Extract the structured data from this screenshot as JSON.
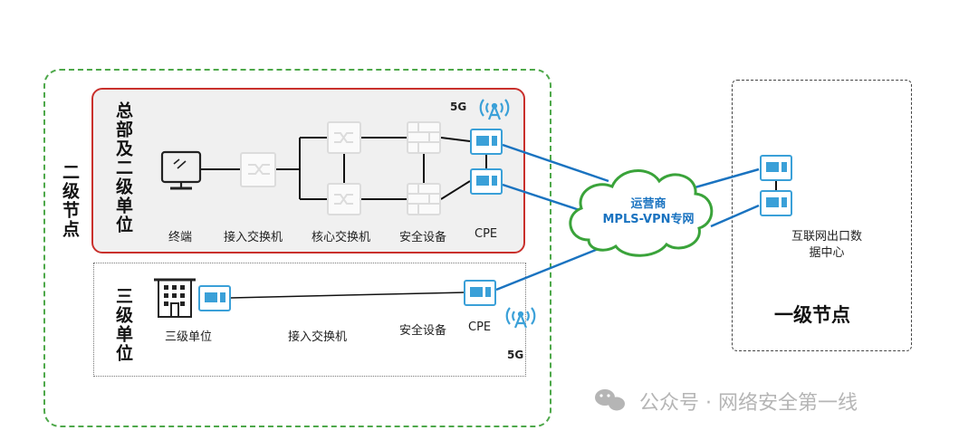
{
  "labels": {
    "level2_node": "二级节点",
    "hq_unit": "总部及二级单位",
    "level3_unit": "三级单位",
    "level1_node": "一级节点",
    "terminal": "终端",
    "access_switch_hq": "接入交换机",
    "core_switch": "核心交换机",
    "security_device_hq": "安全设备",
    "cpe_hq": "CPE",
    "fiveg_hq": "5G",
    "level3_unit_bldg": "三级单位",
    "access_switch_l3": "接入交换机",
    "security_device_l3": "安全设备",
    "cpe_l3": "CPE",
    "fiveg_l3": "5G",
    "carrier_line1": "运营商",
    "carrier_line2": "MPLS-VPN专网",
    "idc_line1": "互联网出口数",
    "idc_line2": "据中心",
    "watermark": "公众号 · 网络安全第一线"
  },
  "colors": {
    "link_blue": "#1a73c0",
    "cloud_green": "#3aa33a",
    "hq_border": "#c9302c",
    "level2_border": "#4ea84a",
    "device_blue": "#3aa0d8"
  }
}
